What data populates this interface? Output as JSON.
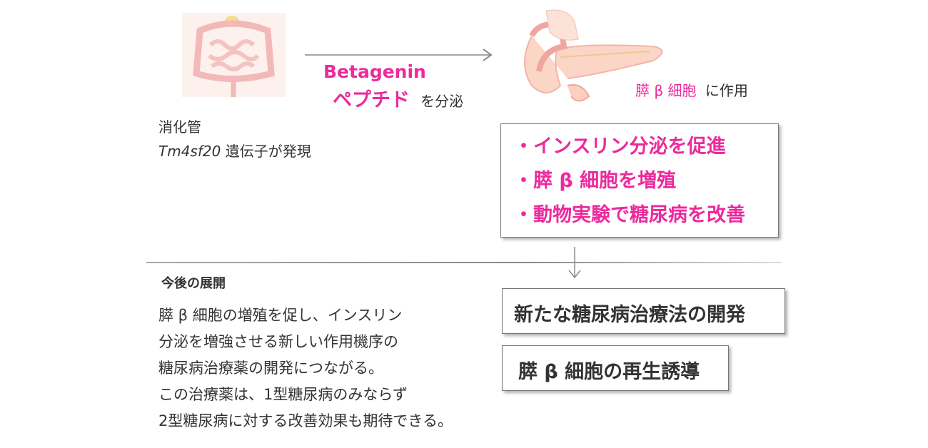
{
  "gut": {
    "label": "消化管",
    "gene": "Tm4sf20",
    "gene_suffix": " 遺伝子が発現"
  },
  "peptide": {
    "name_en": "Betagenin",
    "name_jp": "ペプチド",
    "action": "を分泌"
  },
  "pancreas": {
    "target": "膵 β 細胞",
    "action": "に作用"
  },
  "effects": [
    "・インスリン分泌を促進",
    "・膵 β 細胞を増殖",
    "・動物実験で糖尿病を改善"
  ],
  "future": {
    "heading": "今後の展開",
    "lines": [
      "膵 β 細胞の増殖を促し、インスリン",
      "分泌を増強させる新しい作用機序の",
      "糖尿病治療薬の開発につながる。",
      "この治療薬は、1型糖尿病のみならず",
      "2型糖尿病に対する改善効果も期待できる。"
    ]
  },
  "outcomes": [
    "新たな糖尿病治療法の開発",
    "膵 β 細胞の再生誘導"
  ],
  "colors": {
    "accent": "#ec2a9c"
  }
}
